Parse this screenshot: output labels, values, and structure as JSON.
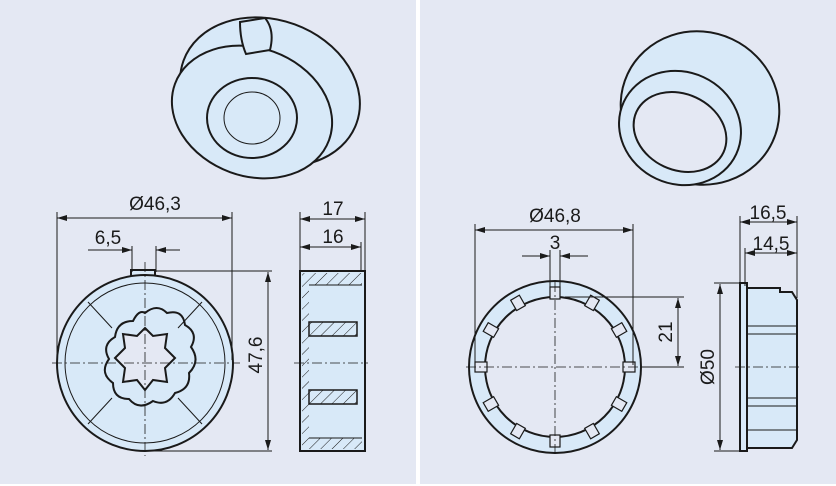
{
  "left_part": {
    "dimensions": {
      "outer_diameter": "Ø46,3",
      "key_width": "6,5",
      "height": "47,6",
      "total_length": "17",
      "body_length": "16"
    }
  },
  "right_part": {
    "dimensions": {
      "outer_diameter": "Ø46,8",
      "key_width": "3",
      "key_offset": "21",
      "flange_diameter": "Ø50",
      "total_length": "16,5",
      "body_length": "14,5"
    }
  },
  "colors": {
    "background": "#e4e8f3",
    "part_fill": "#d8e9f8",
    "line": "#1a1a1a"
  }
}
